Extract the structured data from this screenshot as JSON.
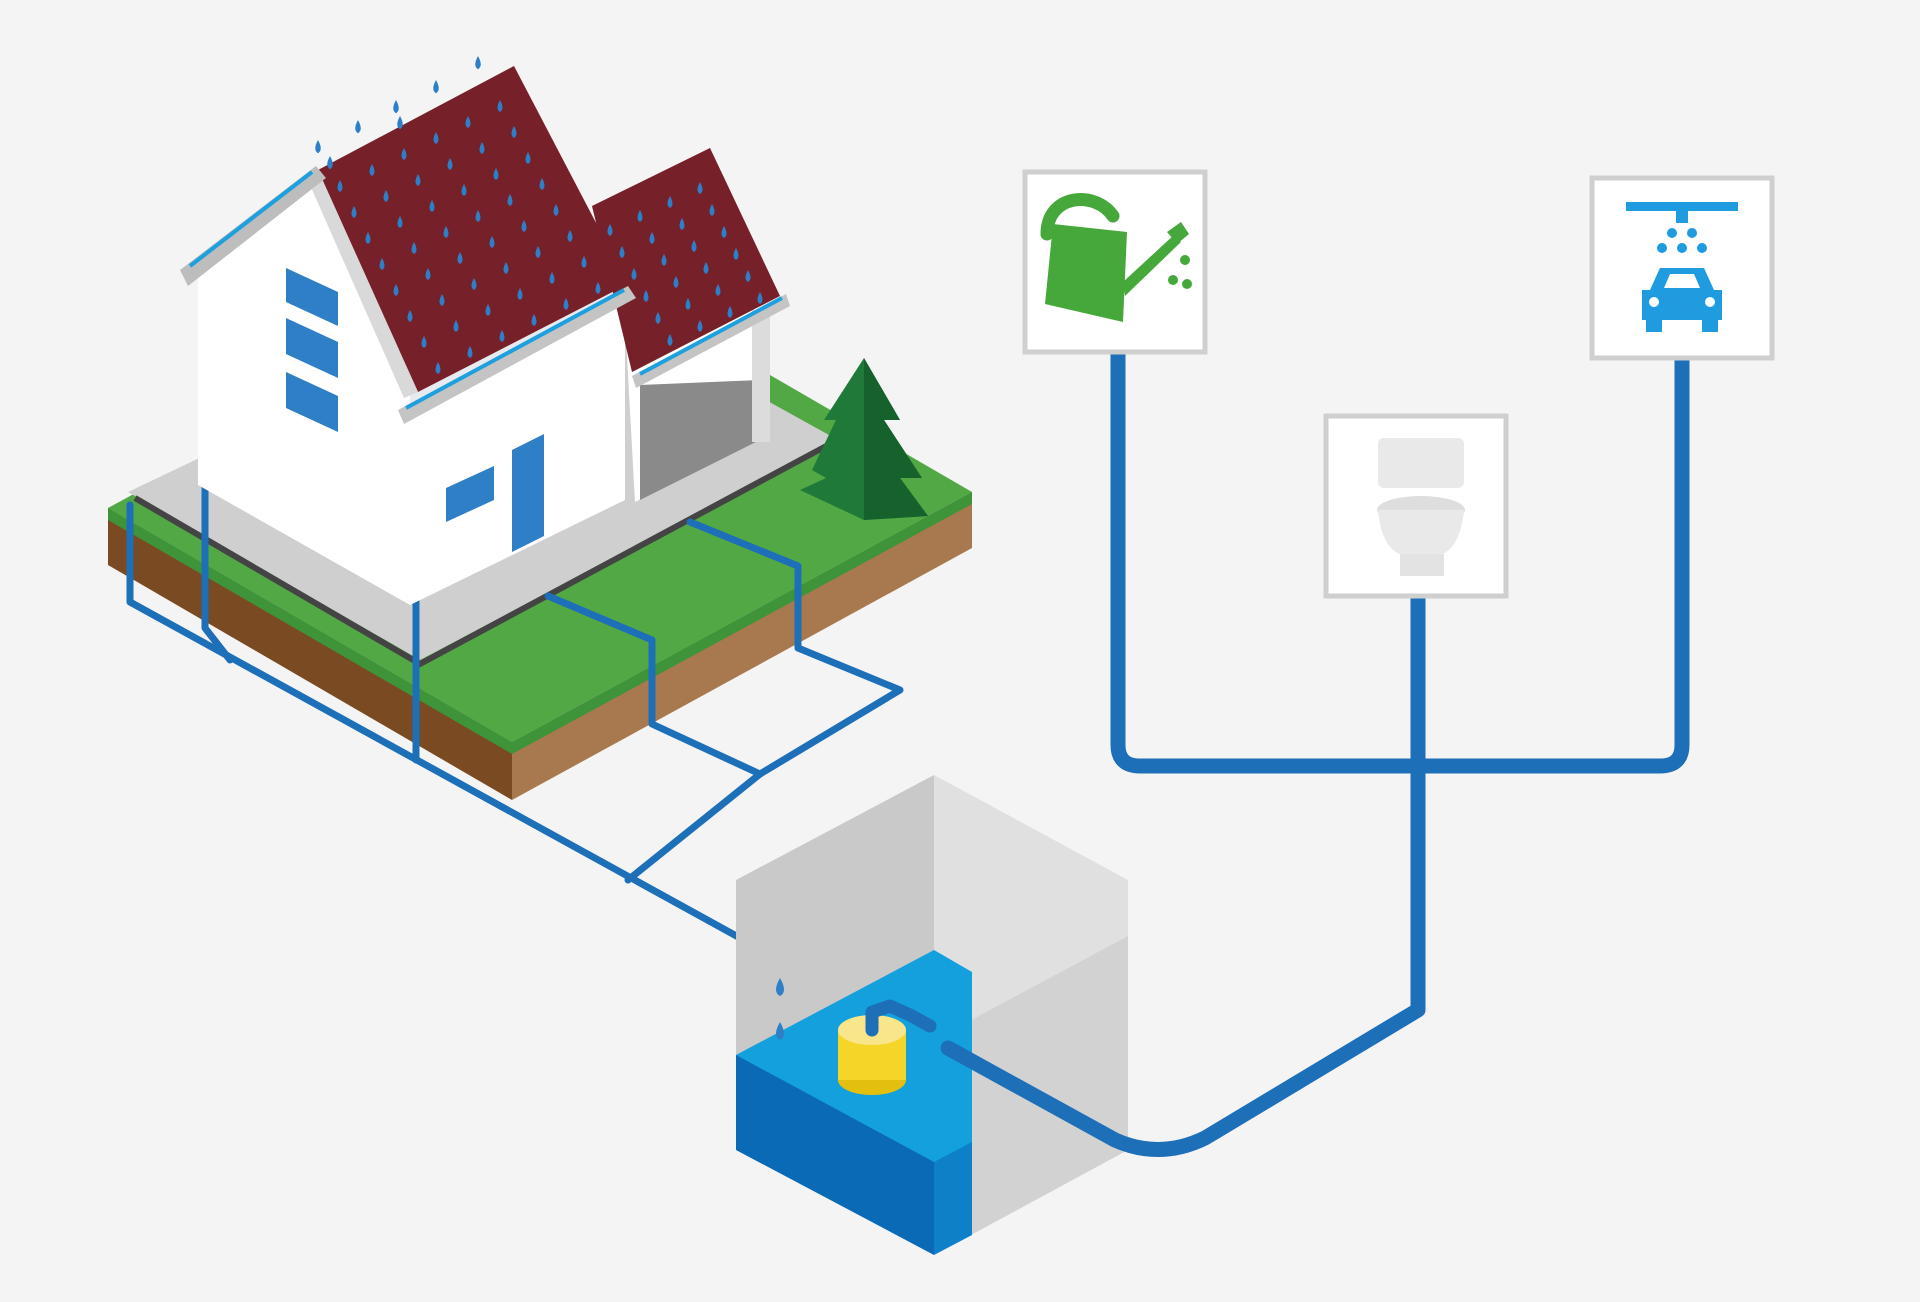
{
  "diagram": {
    "subject": "rainwater-harvesting-system",
    "colors": {
      "background": "#f4f4f4",
      "pipe": "#1d6fb8",
      "rain": "#2f7fc6",
      "roof": "#76202a",
      "wall": "#ffffff",
      "wall_shade": "#dfe3e8",
      "window": "#2f7fc6",
      "grass": "#52a844",
      "soil_light": "#a8784e",
      "soil_dark": "#7a4a22",
      "tank_water": "#14a0dc",
      "tank_water_dark": "#0a6ab5",
      "tank_concrete": "#d6d6d6",
      "pump": "#f5d628",
      "watering_can": "#46a83a",
      "toilet": "#e9e9e9",
      "car_wash": "#1f9be0"
    },
    "icons": [
      {
        "id": "garden",
        "name": "watering-can-icon"
      },
      {
        "id": "toilet",
        "name": "toilet-icon"
      },
      {
        "id": "carwash",
        "name": "car-wash-icon"
      }
    ]
  }
}
